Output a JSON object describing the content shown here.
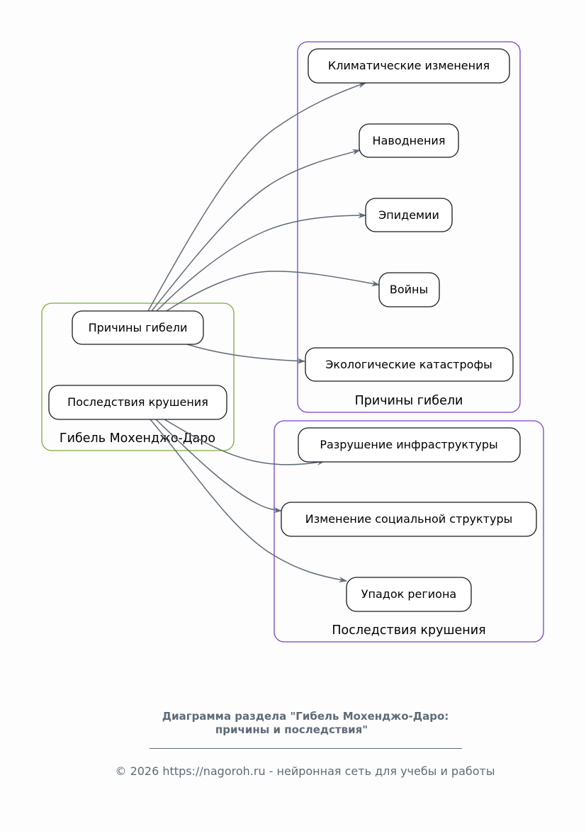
{
  "diagram": {
    "clusters": {
      "root": {
        "label": "Гибель Мохенджо-Даро",
        "color": "#7cab3c"
      },
      "causes": {
        "label": "Причины гибели",
        "color": "#7b3fc4"
      },
      "consequences": {
        "label": "Последствия крушения",
        "color": "#7b3fc4"
      }
    },
    "nodes": {
      "causes_hub": "Причины гибели",
      "consequences_hub": "Последствия крушения",
      "climate": "Климатические изменения",
      "floods": "Наводнения",
      "epidemics": "Эпидемии",
      "wars": "Войны",
      "ecology": "Экологические катастрофы",
      "infrastructure": "Разрушение инфраструктуры",
      "social": "Изменение социальной структуры",
      "decline": "Упадок региона"
    },
    "edges": [
      {
        "from": "causes_hub",
        "to": "climate"
      },
      {
        "from": "causes_hub",
        "to": "floods"
      },
      {
        "from": "causes_hub",
        "to": "epidemics"
      },
      {
        "from": "causes_hub",
        "to": "wars"
      },
      {
        "from": "causes_hub",
        "to": "ecology"
      },
      {
        "from": "consequences_hub",
        "to": "infrastructure"
      },
      {
        "from": "consequences_hub",
        "to": "social"
      },
      {
        "from": "consequences_hub",
        "to": "decline"
      }
    ],
    "edge_color": "#5f6b78"
  },
  "caption": {
    "title_line1": "Диаграмма раздела \"Гибель Мохенджо-Даро:",
    "title_line2": "причины и последствия\"",
    "footer": "© 2026 https://nagoroh.ru - нейронная сеть для учебы и работы",
    "text_color": "#5e6b78"
  }
}
